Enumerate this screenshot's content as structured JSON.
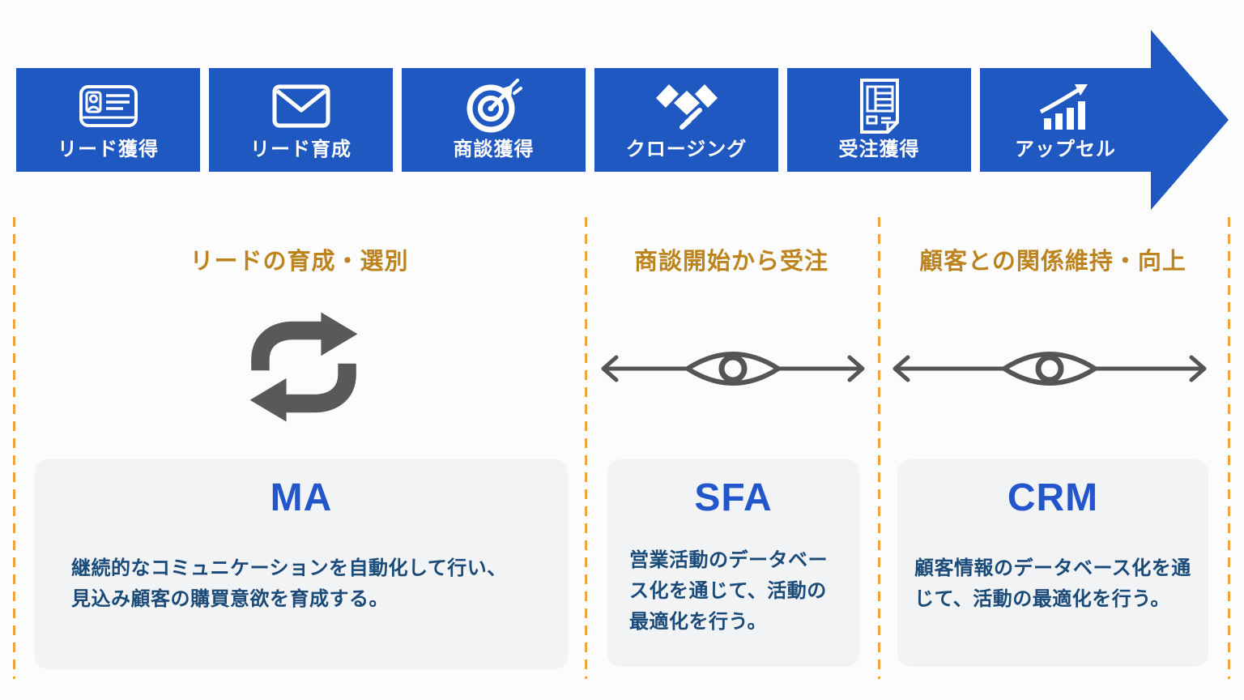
{
  "page": {
    "background": "#fcfcfc"
  },
  "colors": {
    "stage_blue": "#2058c2",
    "stage_label_white": "#ffffff",
    "section_title_gold": "#bd831f",
    "dashed_divider_orange": "#f0a53c",
    "mid_icon_gray": "#595959",
    "card_background": "#f2f3f4",
    "card_title_blue": "#2355cb",
    "card_text_navy": "#1a4a78"
  },
  "flow": {
    "stages": [
      {
        "label": "リード獲得",
        "icon": "id-card-icon"
      },
      {
        "label": "リード育成",
        "icon": "envelope-icon"
      },
      {
        "label": "商談獲得",
        "icon": "target-arrow-icon"
      },
      {
        "label": "クロージング",
        "icon": "handshake-icon"
      },
      {
        "label": "受注獲得",
        "icon": "order-document-icon"
      },
      {
        "label": "アップセル",
        "icon": "growth-chart-icon"
      }
    ]
  },
  "sections": [
    {
      "title": "リードの育成・選別",
      "icon": "repeat-cycle-icon",
      "card": {
        "title": "MA",
        "description": "継続的なコミュニケーションを自動化して行い、\n見込み顧客の購買意欲を育成する。"
      }
    },
    {
      "title": "商談開始から受注",
      "icon": "eye-range-icon",
      "card": {
        "title": "SFA",
        "description": "営業活動のデータベー\nス化を通じて、活動の\n最適化を行う。"
      }
    },
    {
      "title": "顧客との関係維持・向上",
      "icon": "eye-range-icon",
      "card": {
        "title": "CRM",
        "description": "顧客情報のデータベース化を通\nじて、活動の最適化を行う。"
      }
    }
  ]
}
